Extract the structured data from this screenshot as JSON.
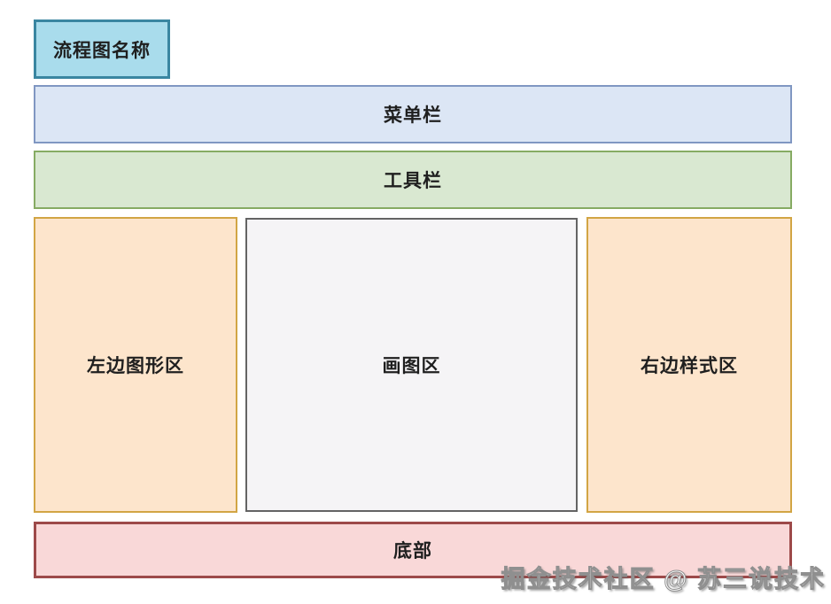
{
  "page": {
    "background": "#ffffff",
    "text_color": "#1f1f1f"
  },
  "diagram": {
    "title_box": {
      "label": "流程图名称",
      "fill": "#a9dcec",
      "border": "#3a86a1"
    },
    "menu_bar": {
      "label": "菜单栏",
      "fill": "#dce6f5",
      "border": "#8097c2"
    },
    "toolbar": {
      "label": "工具栏",
      "fill": "#d9e8d1",
      "border": "#86ab63"
    },
    "left_panel": {
      "label": "左边图形区",
      "fill": "#fde5cc",
      "border": "#d2a544"
    },
    "canvas": {
      "label": "画图区",
      "fill": "#f5f4f6",
      "border": "#646464"
    },
    "right_panel": {
      "label": "右边样式区",
      "fill": "#fde5cc",
      "border": "#d2a544"
    },
    "bottom_bar": {
      "label": "底部",
      "fill": "#f9d8d8",
      "border": "#9d4a4a"
    },
    "watermark": {
      "text": "掘金技术社区 @ 苏三说技术"
    }
  }
}
